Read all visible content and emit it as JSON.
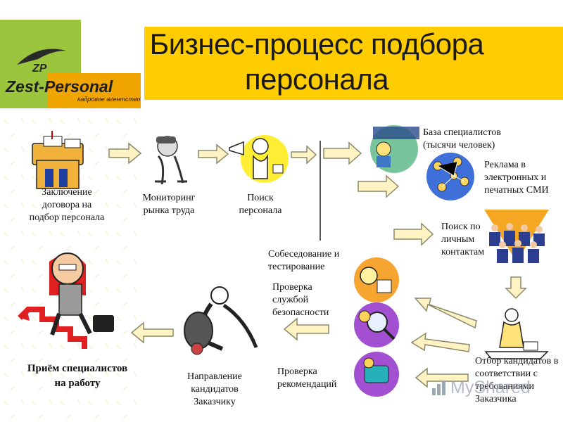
{
  "title": "Бизнес-процесс подбора персонала",
  "logo": {
    "name": "Zest-Personal",
    "subtitle": "кадровое агентство"
  },
  "steps": {
    "contract": "Заключение договора на подбор персонала",
    "monitoring": "Мониторинг рынка труда",
    "search": "Поиск персонала",
    "database": "База специалистов (тысячи человек)",
    "advertising": "Реклама в электронных и печатных СМИ",
    "personal_contacts": "Поиск по личным контактам",
    "selection": "Отбор кандидатов в соответствии с требованиями Заказчика",
    "interview": "Собеседование и тестирование",
    "security_check": "Проверка службой безопасности",
    "references_check": "Проверка рекомендаций",
    "sending": "Направление кандидатов Заказчику",
    "hiring": "Приём специалистов на работу"
  },
  "watermark": "MyShared",
  "colors": {
    "title_bar": "#ffcc00",
    "logo_green": "#9bc53d",
    "logo_orange": "#f0a500",
    "arrow_fill": "#fff3c4",
    "arrow_stroke": "#8a8a6a"
  }
}
